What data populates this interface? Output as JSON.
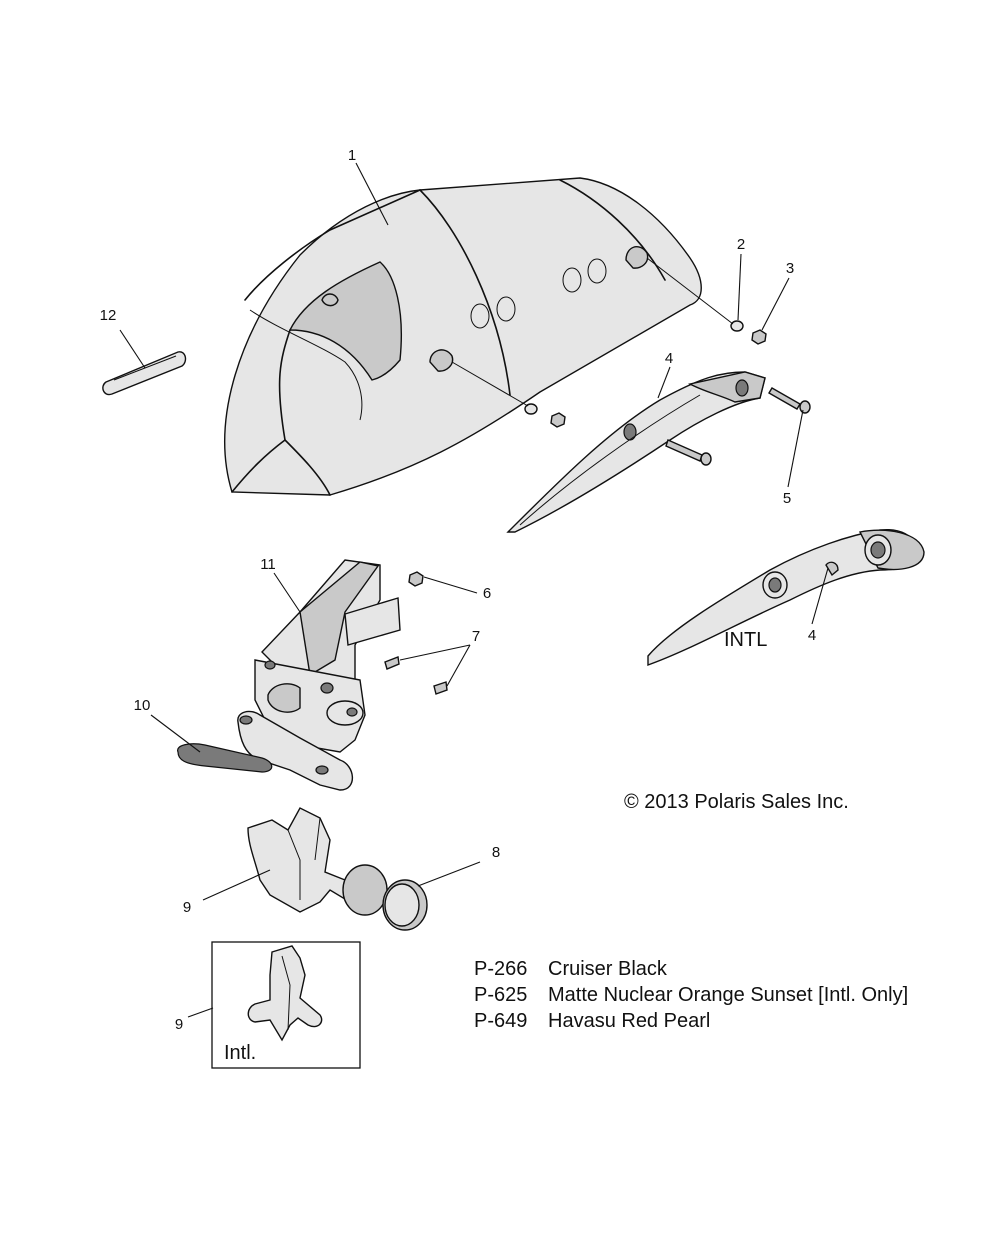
{
  "callouts": {
    "c1": "1",
    "c2": "2",
    "c3": "3",
    "c4a": "4",
    "c4b": "4",
    "c5": "5",
    "c6": "6",
    "c7": "7",
    "c8": "8",
    "c9a": "9",
    "c9b": "9",
    "c10": "10",
    "c11": "11",
    "c12": "12"
  },
  "labels": {
    "intl_guard": "INTL",
    "intl_box": "Intl."
  },
  "copyright": "© 2013 Polaris Sales Inc.",
  "paint_codes": [
    {
      "code": "P-266",
      "name": "Cruiser Black"
    },
    {
      "code": "P-625",
      "name": "Matte Nuclear Orange Sunset [Intl. Only]"
    },
    {
      "code": "P-649",
      "name": "Havasu Red Pearl"
    }
  ]
}
